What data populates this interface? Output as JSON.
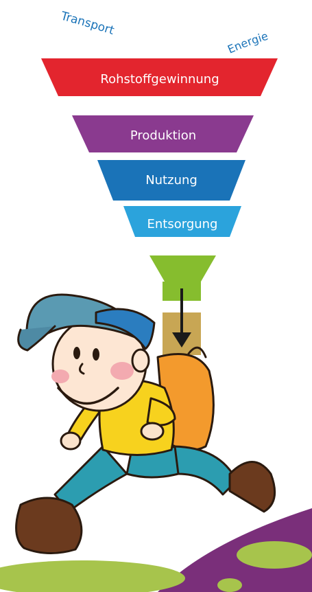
{
  "diagram": {
    "top_labels": {
      "left": "Transport",
      "right": "Energie"
    },
    "stages": [
      {
        "label": "Rohstoffgewinnung",
        "color": "#e3252e"
      },
      {
        "label": "Produktion",
        "color": "#8a3a8f"
      },
      {
        "label": "Nutzung",
        "color": "#1a73b8"
      },
      {
        "label": "Entsorgung",
        "color": "#2ba3dc"
      }
    ],
    "funnel_neck_color": "#86bd2e",
    "pipe_color": "#c8a654",
    "arrow_color": "#1a1a1a",
    "label_color": "#1a73b8",
    "illustration": "cartoon-boy-with-backpack-running",
    "ground_colors": [
      "#7a2f7a",
      "#a7c44c"
    ]
  }
}
